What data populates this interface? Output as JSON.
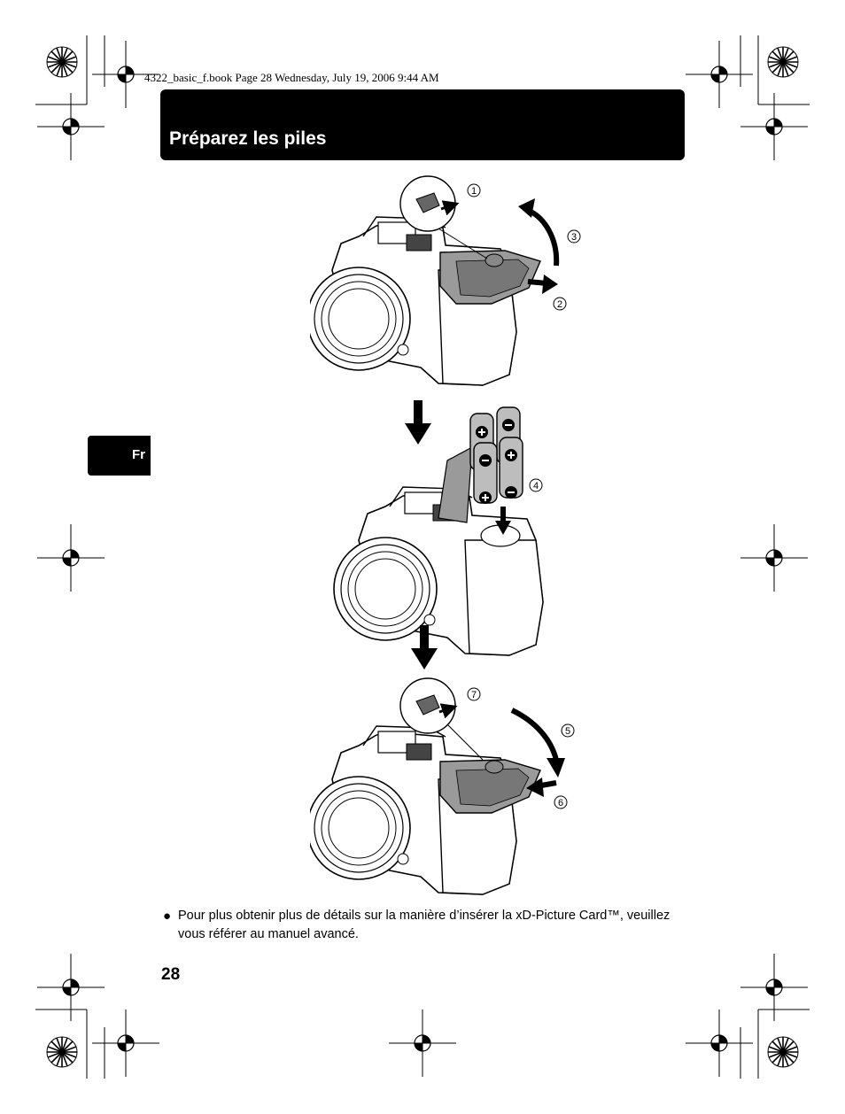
{
  "print_header": "4322_basic_f.book  Page 28  Wednesday, July 19, 2006  9:44 AM",
  "title": "Préparez les piles",
  "lang_tab": "Fr",
  "steps": [
    "1",
    "2",
    "3",
    "4",
    "5",
    "6",
    "7"
  ],
  "note": {
    "bullet": "●",
    "text": "Pour plus obtenir plus de détails sur la manière d’insérer la xD-Picture Card™, veuillez vous référer au manuel avancé."
  },
  "page_number": "28",
  "colors": {
    "bar": "#000000",
    "lid": "#9a9a9a",
    "battery": "#bdbdbd"
  }
}
